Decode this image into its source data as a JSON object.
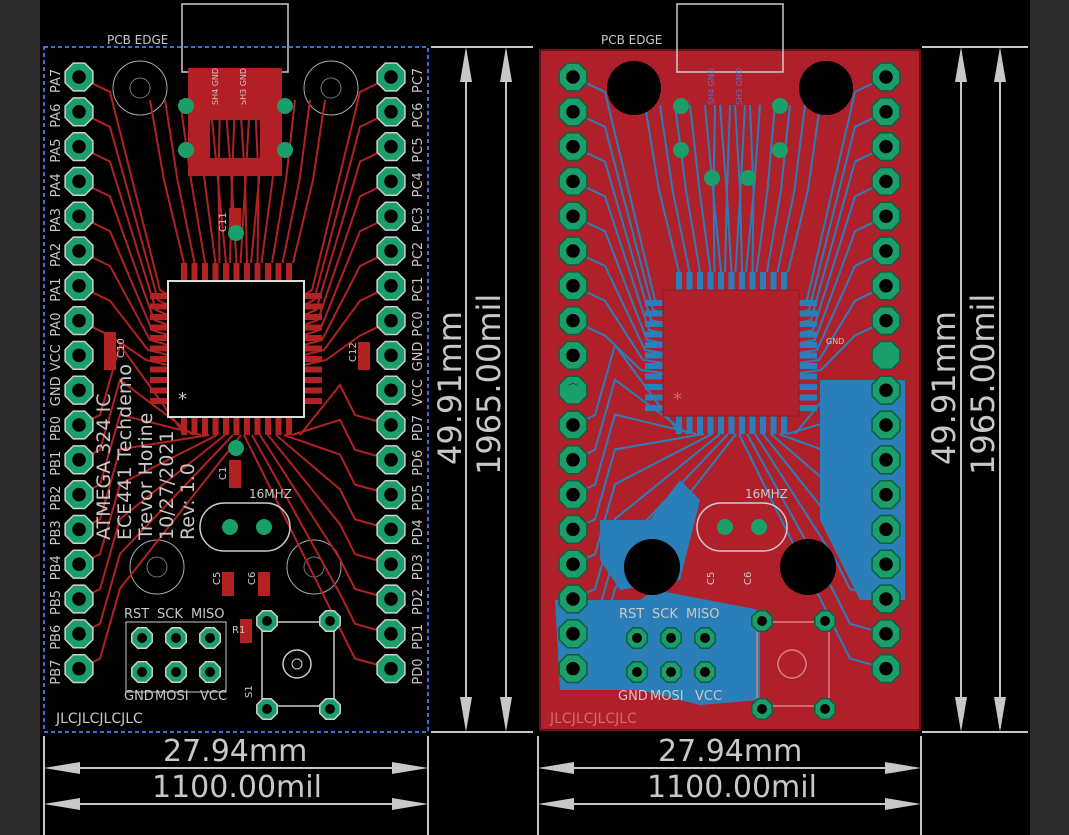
{
  "window": {
    "background": "#000000",
    "margin_color": "#2b2b2b"
  },
  "board_top": {
    "pcb_edge_label": "PCB EDGE",
    "left_header": [
      "PA7",
      "PA6",
      "PA5",
      "PA4",
      "PA3",
      "PA2",
      "PA1",
      "PA0",
      "VCC",
      "GND",
      "PB0",
      "PB1",
      "PB2",
      "PB3",
      "PB4",
      "PB5",
      "PB6",
      "PB7"
    ],
    "right_header": [
      "PC7",
      "PC6",
      "PC5",
      "PC4",
      "PC3",
      "PC2",
      "PC1",
      "PC0",
      "GND",
      "VCC",
      "PD7",
      "PD6",
      "PD5",
      "PD4",
      "PD3",
      "PD2",
      "PD1",
      "PD0"
    ],
    "board_text": [
      "ATMEGA 324 IC",
      "ECE441 Techdemo",
      "Trevor Horine",
      "10/27/2021",
      "Rev: 1.0"
    ],
    "crystal_label": "16MHZ",
    "isp_top_labels": [
      "RST",
      "SCK",
      "MISO"
    ],
    "isp_bottom_labels": [
      "GND",
      "MOSI",
      "VCC"
    ],
    "footer": "JLCJLCJLCJLC",
    "caps": [
      "C11",
      "C10",
      "C12",
      "C1",
      "C5",
      "C6"
    ],
    "switch_label": "S1",
    "resistor_label": "R1",
    "usb_labels": [
      "SH4 GND",
      "SH3 GND"
    ],
    "pin_marker": "*"
  },
  "board_bottom": {
    "pcb_edge_label": "PCB EDGE",
    "crystal_label": "16MHZ",
    "isp_top_labels": [
      "RST",
      "SCK",
      "MISO"
    ],
    "isp_bottom_labels": [
      "GND",
      "MOSI",
      "VCC"
    ],
    "footer": "JLCJLCJLCJLC",
    "caps": [
      "C5",
      "C6"
    ],
    "usb_labels": [
      "SH4 GND",
      "SH3 GND"
    ],
    "gnd_label": "GND",
    "pin_marker": "*"
  },
  "dimensions": {
    "height_mm": "49.91mm",
    "height_mil": "1965.00mil",
    "width_mm": "27.94mm",
    "width_mil": "1100.00mil"
  },
  "colors": {
    "pad_green": "#1a9e6a",
    "trace_red": "#b22222",
    "copper_bottom_red": "#b0202a",
    "trace_blue": "#2a7fb8",
    "silk": "#c8c8c8",
    "dim_line": "#c8c8c8"
  }
}
